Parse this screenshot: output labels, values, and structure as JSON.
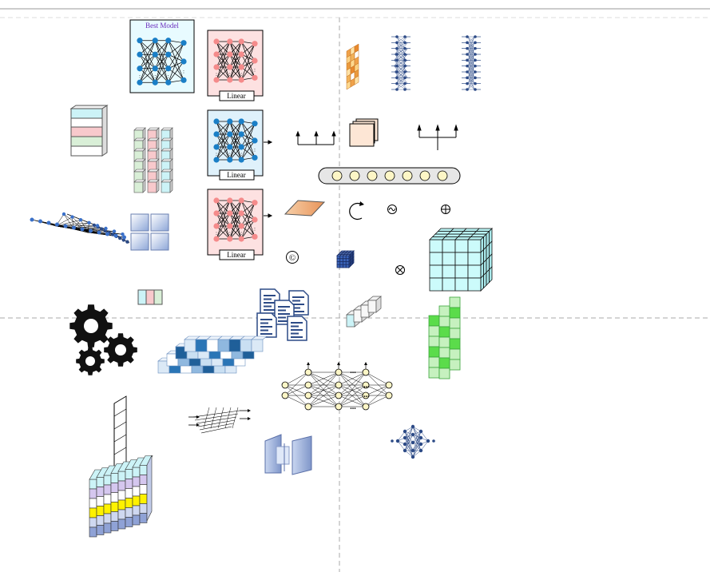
{
  "canvas": {
    "best_model_label": "Best Model",
    "linear_labels": [
      "Linear",
      "Linear",
      "Linear"
    ],
    "ellipsis": "...",
    "concat_symbol": "©",
    "colors": {
      "neuron_blue": "#1a7fc7",
      "neuron_pink": "#f58b8b",
      "box_cyan": "#e8fbff",
      "box_pink": "#fde1e1",
      "box_blue": "#dff1fb",
      "cube_cyan": "#ccfbfb",
      "green": "#5bdc4b",
      "navy": "#2c4a86",
      "gear": "#111111",
      "orange": "#f0a24a"
    }
  }
}
